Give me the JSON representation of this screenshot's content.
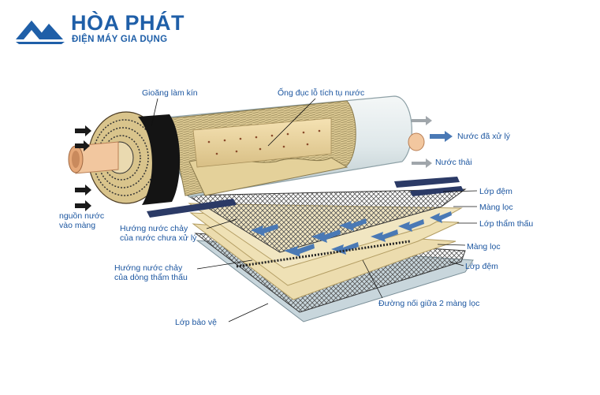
{
  "brand": {
    "name": "HÒA PHÁT",
    "subtitle": "ĐIỆN MÁY GIA DỤNG",
    "logo_icon": "hoa-phat-logo-icon",
    "logo_color": "#1f5fa8"
  },
  "labels": {
    "gasket": "Gioăng làm kín",
    "perforated_tube": "Ống đục lỗ tích tụ nước",
    "treated_water": "Nước đã xử lý",
    "waste_water": "Nước thải",
    "spacer_top": "Lớp đệm",
    "membrane_top": "Màng lọc",
    "permeate_layer": "Lớp thẩm thấu",
    "membrane_bottom": "Màng lọc",
    "spacer_bottom": "Lớp đệm",
    "joint_line": "Đường nối giữa 2 màng lọc",
    "protective_layer": "Lớp bảo vệ",
    "water_source_line1": "nguồn nước",
    "water_source_line2": "vào màng",
    "untreated_flow_line1": "Hướng nước chảy",
    "untreated_flow_line2": "của nước chưa xử lý",
    "permeate_flow_line1": "Hướng nước chảy",
    "permeate_flow_line2": "của dòng thẩm thấu"
  },
  "colors": {
    "label_text": "#1c56a0",
    "arrow_blue": "#4a79b5",
    "sheet_tan": "#ecdcae",
    "gasket_black": "#141414",
    "tube_orange": "#f2c79f"
  }
}
